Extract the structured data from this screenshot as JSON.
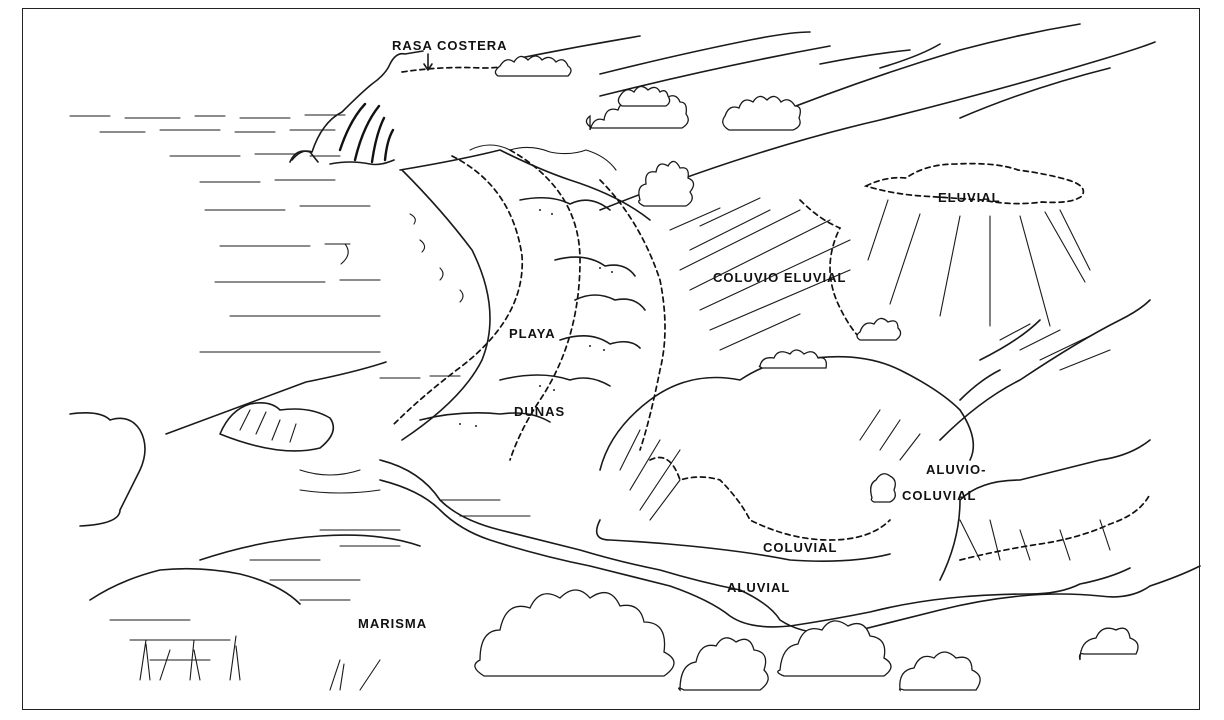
{
  "labels": {
    "rasa_costera": "RASA COSTERA",
    "eluvial": "ELUVIAL",
    "coluvio_eluvial": "COLUVIO ELUVIAL",
    "playa": "PLAYA",
    "dunas": "DUNAS",
    "aluvio": "ALUVIO-",
    "coluvial_2": "COLUVIAL",
    "coluvial": "COLUVIAL",
    "aluvial": "ALUVIAL",
    "marisma": "MARISMA"
  }
}
